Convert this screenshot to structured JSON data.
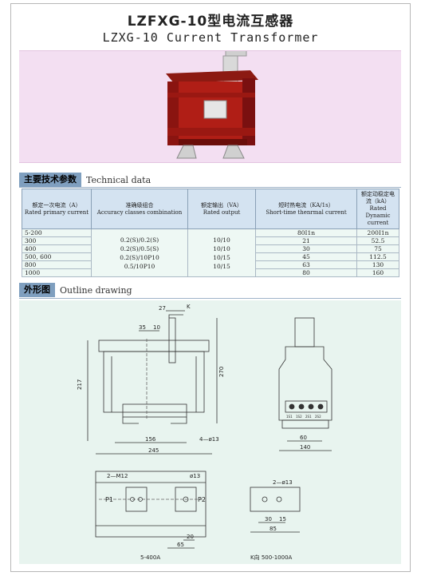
{
  "title_cn": "LZFXG-10型电流互感器",
  "title_en": "LZXG-10 Current Transformer",
  "tech": {
    "tag": "主要技术参数",
    "label": "Technical data"
  },
  "table": {
    "headers": [
      [
        "额定一次电流（A）",
        "Rated primary current"
      ],
      [
        "准确级组合",
        "Accuracy classes combination"
      ],
      [
        "额定输出（VA）",
        "Rated output"
      ],
      [
        "短时热电流（KA/1s）",
        "Short-time thenrmal current"
      ],
      [
        "额定动稳定电流（kA）",
        "Rated Dynamic current"
      ]
    ],
    "rows": [
      [
        "5-200",
        "80I1n",
        "200I1n"
      ],
      [
        "300",
        "21",
        "52.5"
      ],
      [
        "400",
        "30",
        "75"
      ],
      [
        "500, 600",
        "45",
        "112.5"
      ],
      [
        "800",
        "63",
        "130"
      ],
      [
        "1000",
        "80",
        "160"
      ]
    ],
    "accuracy": [
      "0.2(S)/0.2(S)",
      "0.2(S)/0.5(S)",
      "0.2(S)/10P10",
      "0.5/10P10"
    ],
    "output": [
      "10/10",
      "10/10",
      "10/15",
      "10/15"
    ]
  },
  "outline": {
    "tag": "外形图",
    "label": "Outline drawing"
  },
  "drawing": {
    "dims": {
      "d27": "27",
      "k": "K",
      "d35": "35",
      "d10": "10",
      "d217": "217",
      "d270": "270",
      "d156": "156",
      "d245": "245",
      "holes4": "4—ø13",
      "d60": "60",
      "d140": "140",
      "m12": "2—M12",
      "d13": "ø13",
      "p1": "P1",
      "p2": "P2",
      "d20": "20",
      "d65": "65",
      "holes2": "2—ø13",
      "d30": "30",
      "d15": "15",
      "d85": "85",
      "terminals": [
        "1S1",
        "1S2",
        "2S1",
        "2S2"
      ]
    },
    "caption_left": "5-400A",
    "caption_right": "K向   500-1000A"
  },
  "colors": {
    "body": "#b01e16",
    "body_dark": "#7a1010",
    "photo_bg": "#f3dff2",
    "drawing_bg": "#e8f4ef",
    "tag_bg": "#7f9fbf"
  }
}
